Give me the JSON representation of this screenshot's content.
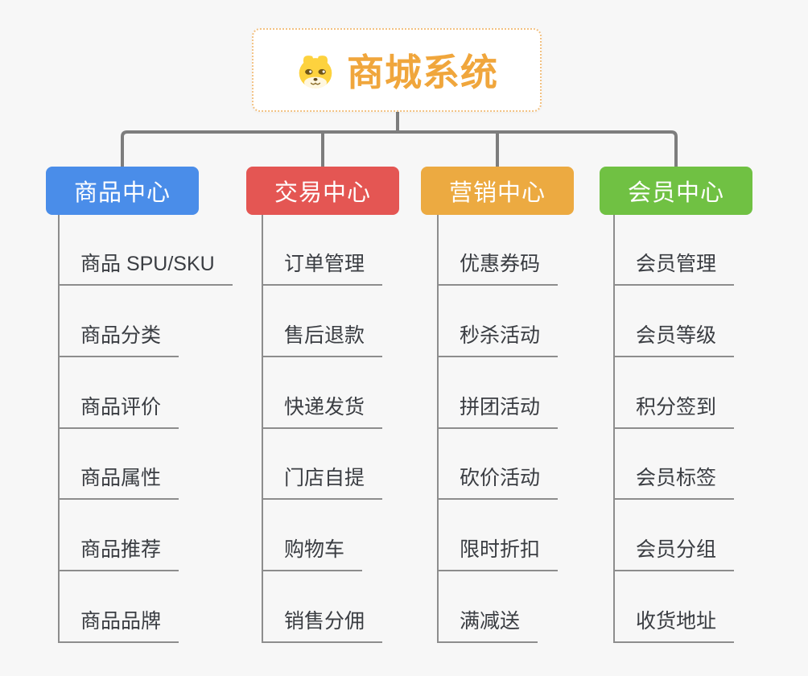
{
  "root": {
    "title": "商城系统",
    "icon": "dog-icon",
    "accent_color": "#f0a63c",
    "border_color": "#f2c182"
  },
  "lines": {
    "branch_color": "#7d7d7d",
    "leaf_color": "#8d8d8d"
  },
  "branches": [
    {
      "label": "商品中心",
      "color": "#4a8de9",
      "items": [
        "商品 SPU/SKU",
        "商品分类",
        "商品评价",
        "商品属性",
        "商品推荐",
        "商品品牌"
      ]
    },
    {
      "label": "交易中心",
      "color": "#e45653",
      "items": [
        "订单管理",
        "售后退款",
        "快递发货",
        "门店自提",
        "购物车",
        "销售分佣"
      ]
    },
    {
      "label": "营销中心",
      "color": "#ecaa41",
      "items": [
        "优惠券码",
        "秒杀活动",
        "拼团活动",
        "砍价活动",
        "限时折扣",
        "满减送"
      ]
    },
    {
      "label": "会员中心",
      "color": "#70c143",
      "items": [
        "会员管理",
        "会员等级",
        "积分签到",
        "会员标签",
        "会员分组",
        "收货地址"
      ]
    }
  ]
}
